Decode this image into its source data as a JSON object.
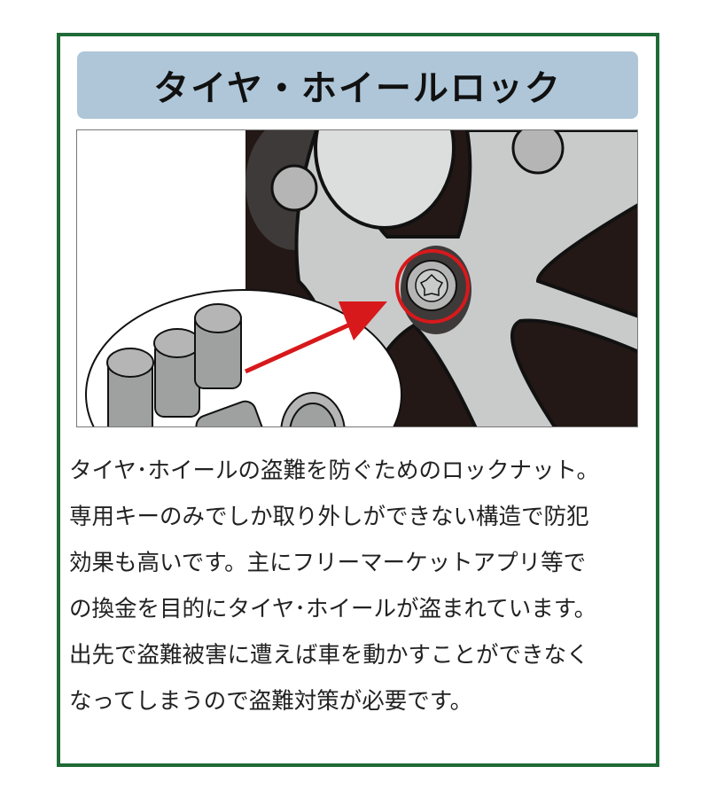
{
  "title": "タイヤ・ホイールロック",
  "illustration": {
    "description_icon": "wheel-lock-nut-illustration",
    "colors": {
      "frame": "#1f6a36",
      "title_bg": "#aec6d8",
      "highlight": "#d7191c",
      "tire": "#231815",
      "wheel": "#c9caca"
    }
  },
  "body_lines": [
    "タイヤ･ホイールの盗難を防ぐためのロックナット。",
    "専用キーのみでしか取り外しができない構造で防犯",
    "効果も高いです。主にフリーマーケットアプリ等で",
    "の換金を目的にタイヤ･ホイールが盗まれています。",
    "出先で盗難被害に遭えば車を動かすことができなく",
    "なってしまうので盗難対策が必要です。"
  ]
}
